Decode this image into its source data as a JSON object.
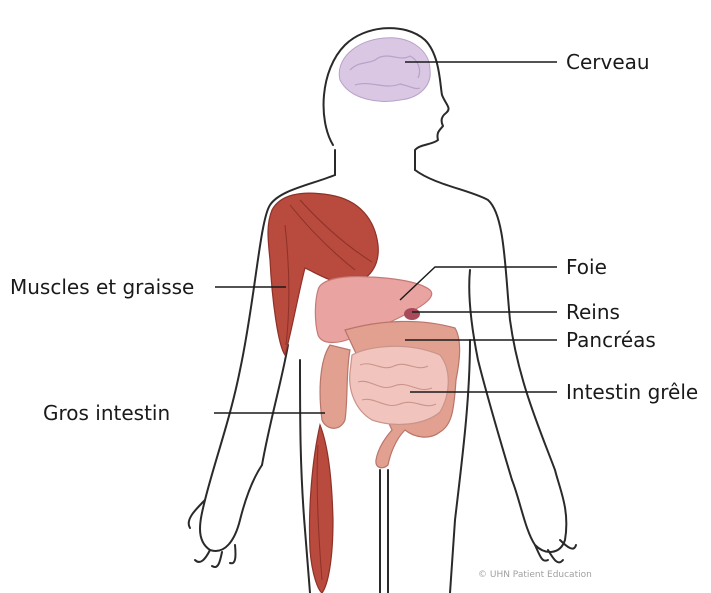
{
  "labels": {
    "brain": "Cerveau",
    "liver": "Foie",
    "kidneys": "Reins",
    "pancreas": "Pancréas",
    "small_intestine": "Intestin grêle",
    "muscles_fat": "Muscles et graisse",
    "large_intestine": "Gros intestin"
  },
  "credit": "© UHN Patient Education",
  "colors": {
    "outline": "#2a2a2a",
    "muscle": "#b84a3e",
    "muscle_dark": "#8e3128",
    "liver": "#e9a3a0",
    "intestine": "#f1c4bd",
    "colon": "#e2a090",
    "brain": "#d9c7e3",
    "pancreas": "#e8c27f"
  }
}
